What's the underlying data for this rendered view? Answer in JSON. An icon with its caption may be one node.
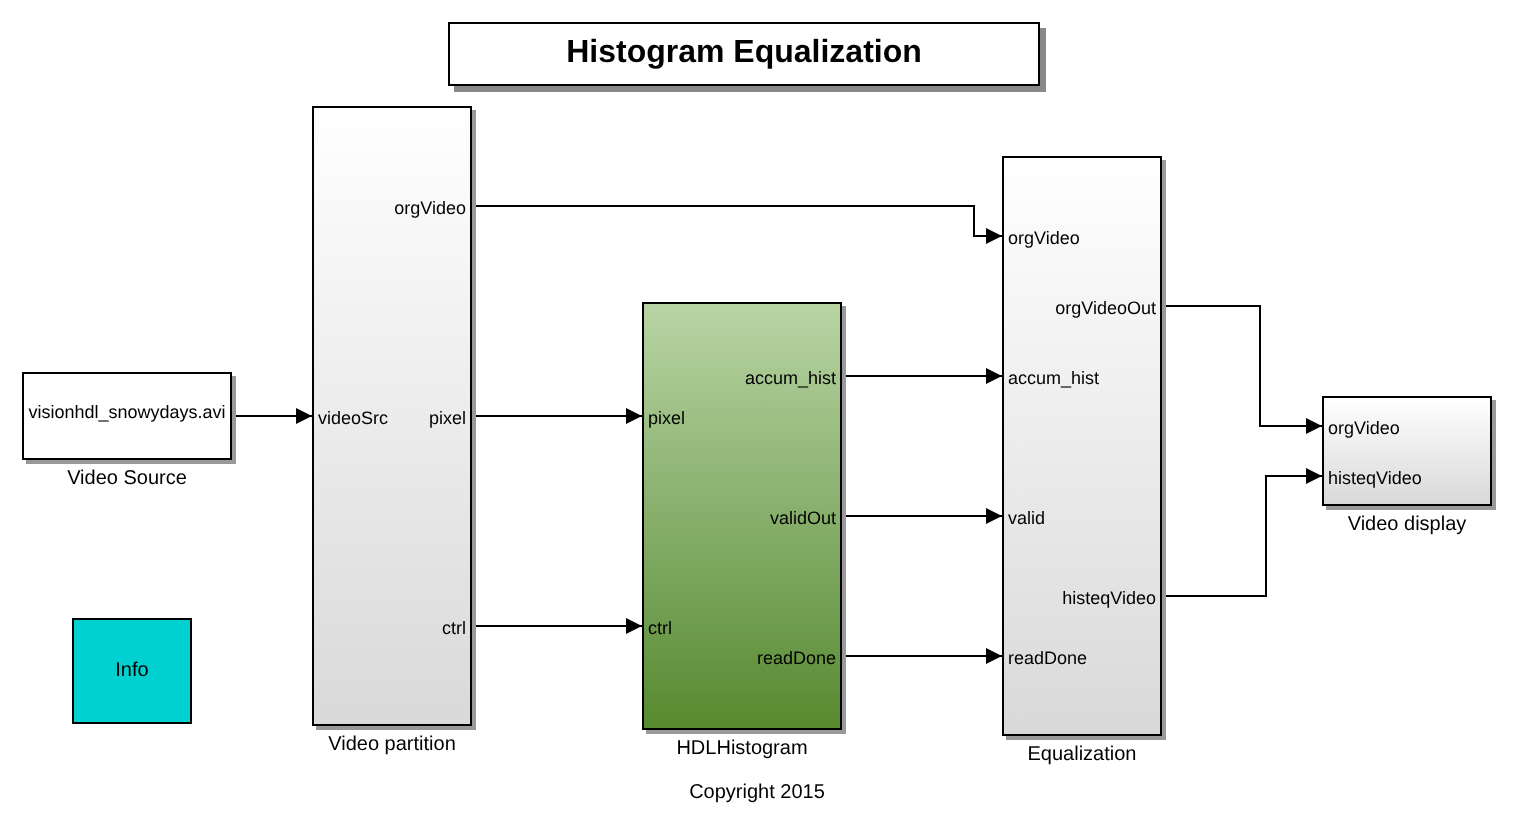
{
  "diagram": {
    "title": "Histogram Equalization",
    "nodes": [
      {
        "text": [
          "visionhdl_snowydays.avi",
          "Video Source"
        ]
      },
      {
        "text": [
          "videoSrc",
          "orgVideo",
          "pixel",
          "ctrl",
          "Video partition"
        ]
      },
      {
        "text": [
          "pixel",
          "ctrl",
          "accum_hist",
          "validOut",
          "readDone",
          "HDLHistogram"
        ]
      },
      {
        "text": [
          "orgVideo",
          "accum_hist",
          "valid",
          "readDone",
          "orgVideoOut",
          "histeqVideo",
          "Equalization"
        ]
      },
      {
        "text": [
          "orgVideo",
          "histeqVideo",
          "Video display"
        ]
      },
      {
        "text": [
          "Info"
        ]
      }
    ],
    "edges": [
      {
        "from": 0,
        "to": 1,
        "arrow": "to"
      },
      {
        "from": 1,
        "to": 3,
        "arrow": "to"
      },
      {
        "from": 1,
        "to": 2,
        "arrow": "to"
      },
      {
        "from": 1,
        "to": 2,
        "arrow": "to"
      },
      {
        "from": 2,
        "to": 3,
        "arrow": "to"
      },
      {
        "from": 2,
        "to": 3,
        "arrow": "to"
      },
      {
        "from": 2,
        "to": 3,
        "arrow": "to"
      },
      {
        "from": 3,
        "to": 4,
        "arrow": "to"
      },
      {
        "from": 3,
        "to": 4,
        "arrow": "to"
      }
    ],
    "labels": [
      "Copyright 2015"
    ]
  }
}
